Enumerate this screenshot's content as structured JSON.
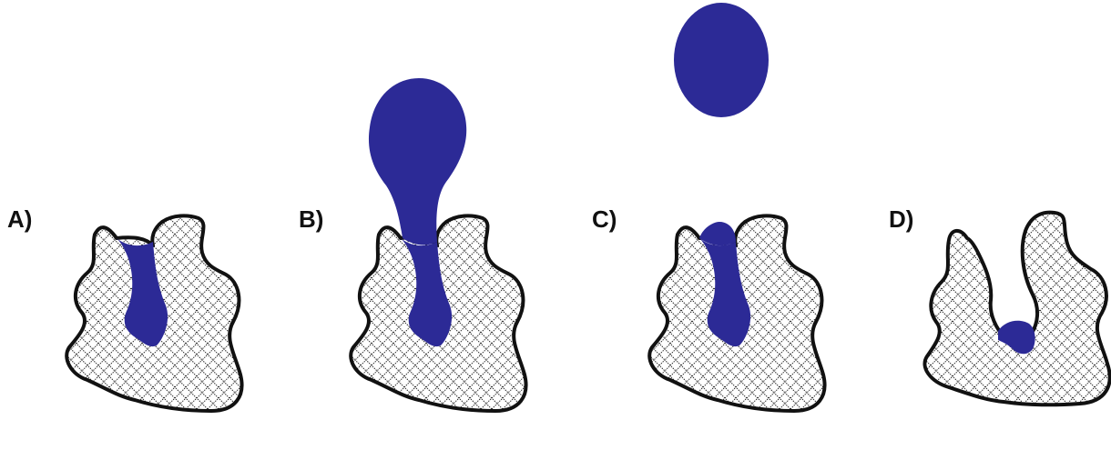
{
  "panels": [
    {
      "label": "A)"
    },
    {
      "label": "B)"
    },
    {
      "label": "C)"
    },
    {
      "label": "D)"
    }
  ],
  "colors": {
    "liquid": "#2c2a96",
    "outline": "#111111",
    "hatch": "#222222",
    "background": "#ffffff"
  }
}
